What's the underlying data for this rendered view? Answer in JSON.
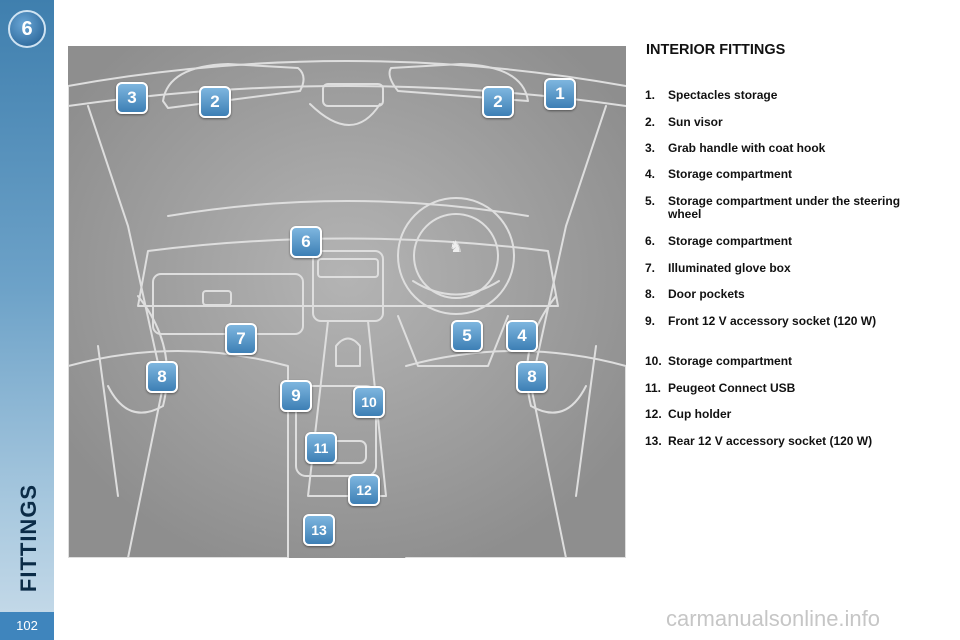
{
  "sidebar": {
    "chapter_number": "6",
    "section_title": "FITTINGS",
    "page_number": "102"
  },
  "panel": {
    "title": "INTERIOR FITTINGS",
    "items": [
      {
        "num": "1.",
        "text": "Spectacles storage"
      },
      {
        "num": "2.",
        "text": "Sun visor"
      },
      {
        "num": "3.",
        "text": "Grab handle with coat hook"
      },
      {
        "num": "4.",
        "text": "Storage compartment"
      },
      {
        "num": "5.",
        "text": "Storage compartment under the steering wheel"
      },
      {
        "num": "6.",
        "text": "Storage compartment"
      },
      {
        "num": "7.",
        "text": "Illuminated glove box"
      },
      {
        "num": "8.",
        "text": "Door pockets"
      },
      {
        "num": "9.",
        "text": "Front 12 V accessory socket (120 W)"
      },
      {
        "num": "10.",
        "text": "Storage compartment"
      },
      {
        "num": "11.",
        "text": "Peugeot Connect USB"
      },
      {
        "num": "12.",
        "text": "Cup holder"
      },
      {
        "num": "13.",
        "text": "Rear 12 V accessory socket (120 W)"
      }
    ]
  },
  "illustration": {
    "brand_glyph": "♞",
    "callouts": [
      "1",
      "2",
      "2",
      "3",
      "4",
      "5",
      "6",
      "7",
      "8",
      "8",
      "9",
      "10",
      "11",
      "12",
      "13"
    ]
  },
  "watermark": "carmanualsonline.info"
}
